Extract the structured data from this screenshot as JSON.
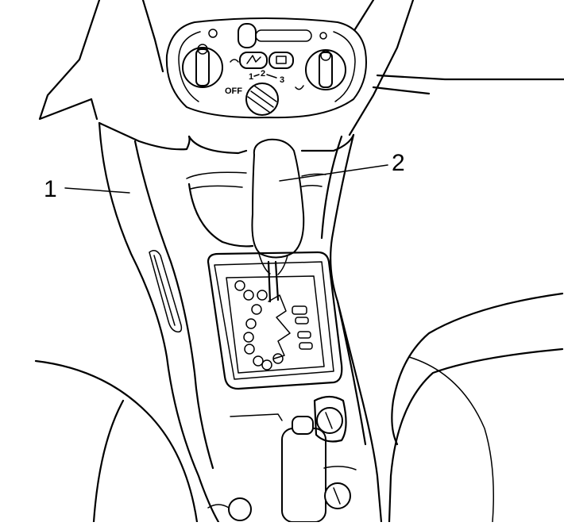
{
  "figure": {
    "callouts": [
      {
        "number": "1",
        "part": "center-console-trim-panel"
      },
      {
        "number": "2",
        "part": "gear-selector-knob"
      }
    ],
    "heater_dial_labels": {
      "off": "OFF",
      "pos1": "1",
      "pos2": "2",
      "pos3": "3"
    }
  }
}
